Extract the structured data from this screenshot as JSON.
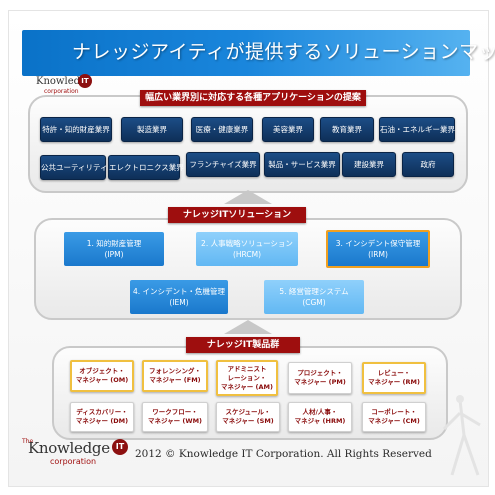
{
  "title": "ナレッジアイティが提供するソリューションマップ",
  "logo": {
    "name": "Knowledge",
    "sub": "corporation",
    "mark": "IT"
  },
  "industries": {
    "header": "幅広い業界別に対応する各種アプリケーションの提案",
    "row1": [
      "特許・知的財産業界",
      "製造業界",
      "医療・健康業界",
      "美容業界",
      "教育業界",
      "石油・エネルギー業界"
    ],
    "row2": [
      "公共ユーティリティ",
      "エレクトロニクス業界",
      "フランチャイズ業界",
      "製品・サービス業界",
      "建設業界",
      "政府"
    ]
  },
  "solutions": {
    "header": "ナレッジITソリューション",
    "items": [
      {
        "line1": "1. 知的財産管理",
        "line2": "(IPM)"
      },
      {
        "line1": "2. 人事戦略ソリューション",
        "line2": "(HRCM)"
      },
      {
        "line1": "3. インシデント保守管理",
        "line2": "(IRM)"
      },
      {
        "line1": "4. インシデント・危機管理",
        "line2": "(IEM)"
      },
      {
        "line1": "5. 経営管理システム",
        "line2": "(CGM)"
      }
    ]
  },
  "products": {
    "header": "ナレッジIT製品群",
    "row1": [
      {
        "line1": "オブジェクト・",
        "line2": "マネジャー (OM)"
      },
      {
        "line1": "フォレンシング・",
        "line2": "マネジャー (FM)"
      },
      {
        "line1": "アドミニスト",
        "line2": "レーション・",
        "line3": "マネジャー (AM)"
      },
      {
        "line1": "プロジェクト・",
        "line2": "マネジャー (PM)"
      },
      {
        "line1": "レビュー・",
        "line2": "マネジャー (RM)"
      }
    ],
    "row2": [
      {
        "line1": "ディスカバリー・",
        "line2": "マネジャー (DM)"
      },
      {
        "line1": "ワークフロー・",
        "line2": "マネジャー (WM)"
      },
      {
        "line1": "スケジュール・",
        "line2": "マネジャー (SM)"
      },
      {
        "line1": "人材/人事・",
        "line2": "マネジャ (HRM)"
      },
      {
        "line1": "コーポレート・",
        "line2": "マネジャー (CM)"
      }
    ]
  },
  "footer": {
    "logo_prefix": "The",
    "logo_name": "Knowledge",
    "logo_sub": "corporation",
    "logo_mark": "IT",
    "copyright": "2012 © Knowledge IT Corporation. All Rights Reserved"
  }
}
